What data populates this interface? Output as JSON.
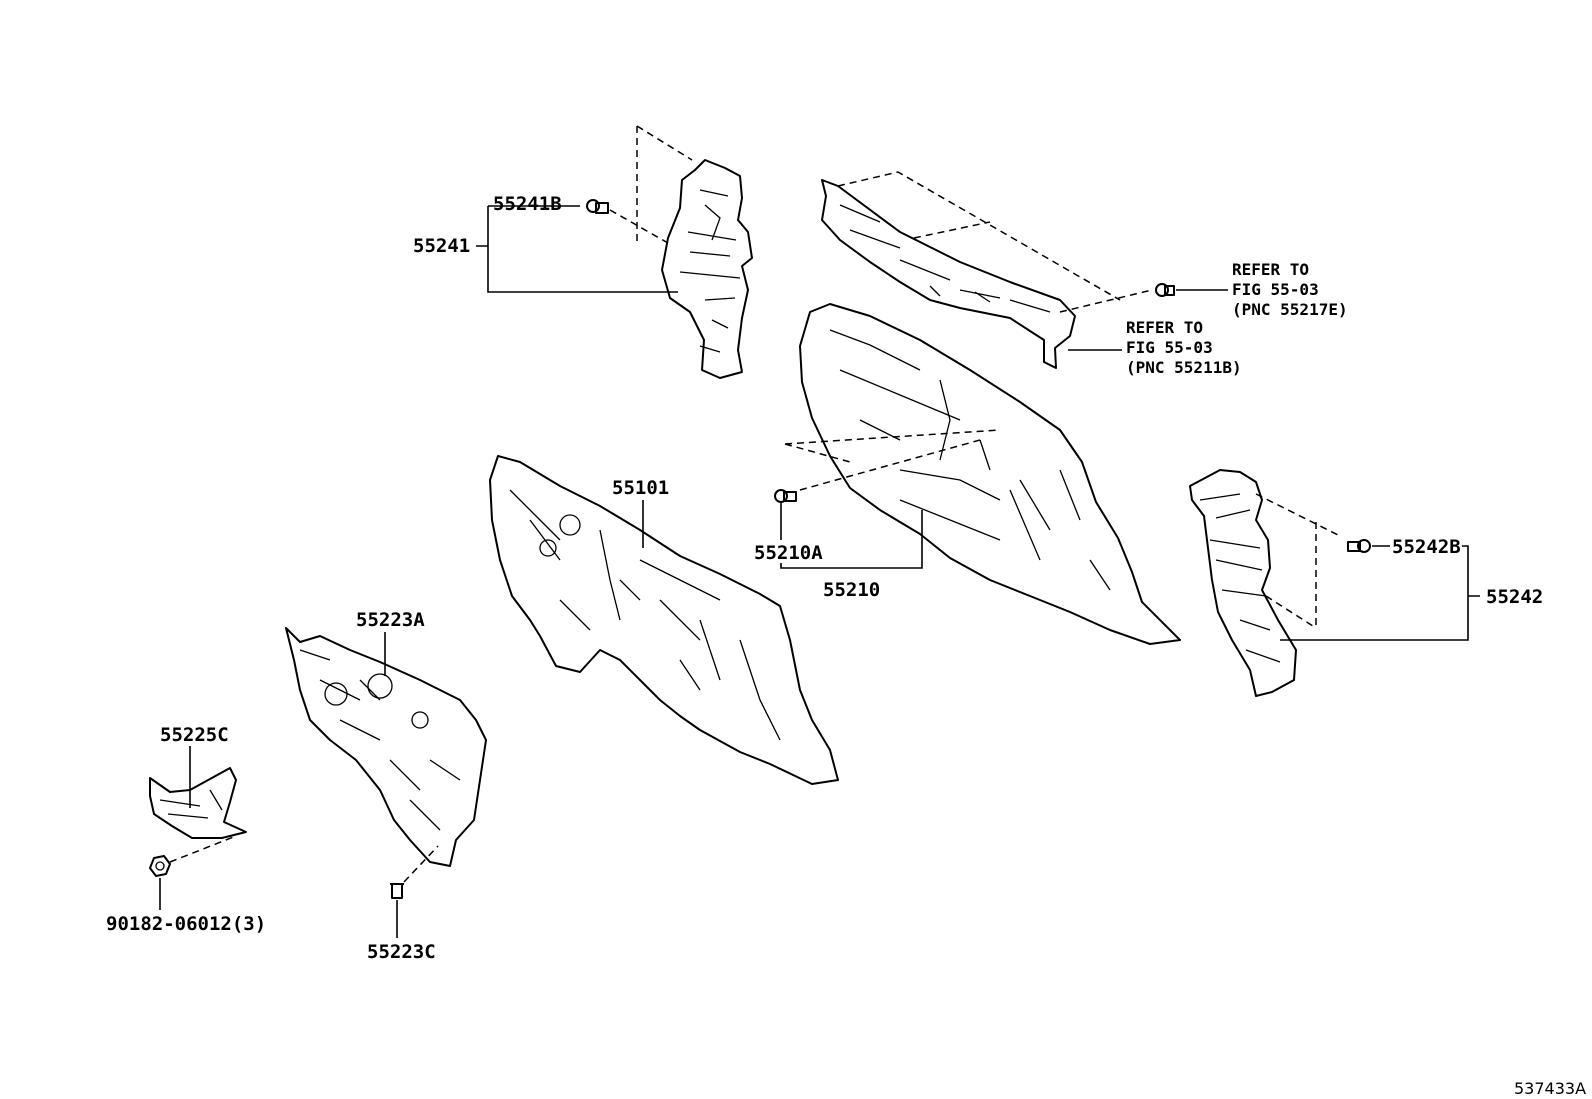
{
  "figure_id": "537433A",
  "labels": {
    "p55241B": "55241B",
    "p55241": "55241",
    "p55101": "55101",
    "p55223A": "55223A",
    "p55225C": "55225C",
    "p90182": "90182-06012(3)",
    "p55223C": "55223C",
    "p55210A": "55210A",
    "p55210": "55210",
    "p55242B": "55242B",
    "p55242": "55242"
  },
  "references": [
    {
      "line1": "REFER TO",
      "line2": "FIG 55-03",
      "line3": "(PNC 55217E)"
    },
    {
      "line1": "REFER TO",
      "line2": "FIG 55-03",
      "line3": "(PNC 55211B)"
    }
  ]
}
